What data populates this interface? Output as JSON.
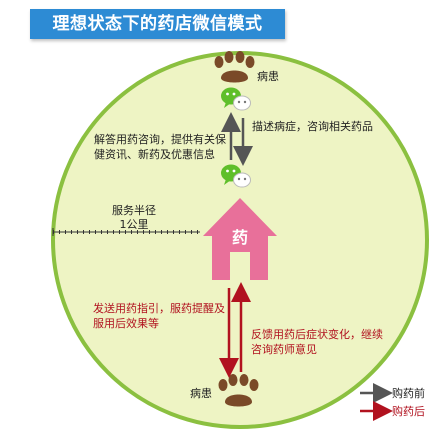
{
  "title": "理想状态下的药店微信模式",
  "patient_top_label": "病患",
  "patient_bottom_label": "病患",
  "pharmacy_char": "药",
  "service_radius": {
    "line1": "服务半径",
    "line2": "1公里"
  },
  "texts": {
    "reply_line1": "解答用药咨询，提供有关保",
    "reply_line2": "健资讯、新药及优惠信息",
    "describe": "描述病症，咨询相关药品",
    "guide_line1": "发送用药指引，服药提醒及",
    "guide_line2": "服用后效果等",
    "feedback_line1": "反馈用药后症状变化，继续",
    "feedback_line2": "咨询药师意见"
  },
  "legend": [
    {
      "label": "购药前",
      "color": "#555555"
    },
    {
      "label": "购药后",
      "color": "#b1121f"
    }
  ],
  "colors": {
    "circle_fill": "#eef4c4",
    "circle_stroke": "#8bc040",
    "house": "#e8709a",
    "paw": "#7a4a28",
    "wechat_green": "#5fbf2a"
  }
}
